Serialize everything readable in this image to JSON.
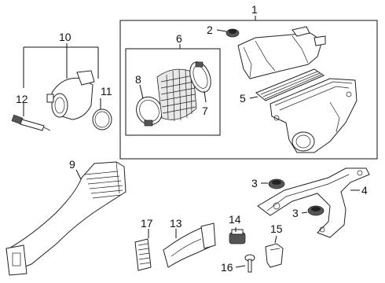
{
  "callouts": {
    "c1": "1",
    "c2": "2",
    "c3a": "3",
    "c3b": "3",
    "c4": "4",
    "c5": "5",
    "c6": "6",
    "c7": "7",
    "c8": "8",
    "c9": "9",
    "c10": "10",
    "c11": "11",
    "c12": "12",
    "c13": "13",
    "c14": "14",
    "c15": "15",
    "c16": "16",
    "c17": "17"
  }
}
